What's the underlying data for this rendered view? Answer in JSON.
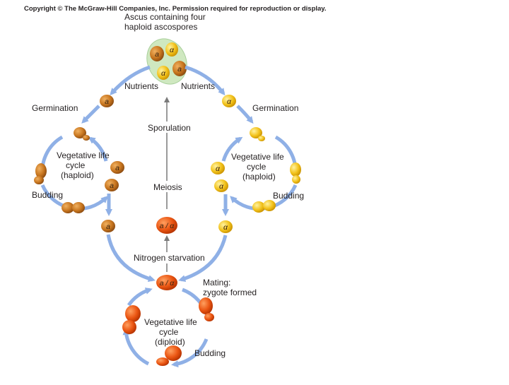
{
  "copyright": "Copyright © The McGraw-Hill Companies, Inc. Permission required for reproduction or display.",
  "ascus_label": [
    "Ascus containing four",
    "haploid ascospores"
  ],
  "spores": [
    "a",
    "α",
    "α",
    "a"
  ],
  "left_cycle": {
    "nutrients": "Nutrients",
    "germination": "Germination",
    "cycle_label": [
      "Vegetative life",
      "cycle",
      "(haploid)"
    ],
    "budding": "Budding",
    "cell_symbol": "a"
  },
  "right_cycle": {
    "nutrients": "Nutrients",
    "germination": "Germination",
    "cycle_label": [
      "Vegetative life",
      "cycle",
      "(haploid)"
    ],
    "budding": "Budding",
    "cell_symbol": "α"
  },
  "center": {
    "sporulation": "Sporulation",
    "meiosis": "Meiosis",
    "diploid_symbol": "a / α",
    "nitrogen_starvation": "Nitrogen starvation"
  },
  "bottom_cycle": {
    "zygote_symbol": "a / α",
    "mating": [
      "Mating:",
      "zygote formed"
    ],
    "cycle_label": [
      "Vegetative life",
      "cycle",
      "(diploid)"
    ],
    "budding": "Budding"
  },
  "colors": {
    "arrow": "#8fb0e6",
    "center_arrow": "#7a7a7a",
    "a_cell": "#c8761f",
    "alpha_cell": "#f2c21b",
    "diploid_cell": "#ea5512",
    "ascus": "#cfe8c0"
  }
}
